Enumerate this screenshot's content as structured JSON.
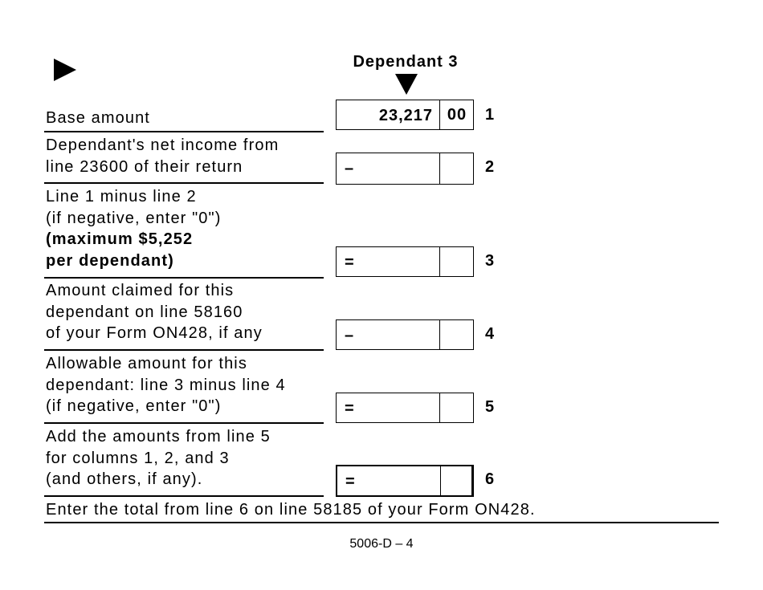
{
  "column_header": "Dependant 3",
  "rows": [
    {
      "lines": [
        "Base amount"
      ],
      "sign": "",
      "amount": "23,217",
      "cents": "00",
      "line_number": "1"
    },
    {
      "lines": [
        "Dependant's net income from",
        "line 23600 of their return"
      ],
      "sign": "–",
      "amount": "",
      "cents": "",
      "line_number": "2"
    },
    {
      "lines": [
        "Line 1 minus line 2",
        "(if negative, enter \"0\")"
      ],
      "bold_lines": [
        "(maximum $5,252",
        "per dependant)"
      ],
      "sign": "=",
      "amount": "",
      "cents": "",
      "line_number": "3"
    },
    {
      "lines": [
        "Amount claimed for this",
        "dependant on line 58160",
        "of your Form ON428, if any"
      ],
      "sign": "–",
      "amount": "",
      "cents": "",
      "line_number": "4"
    },
    {
      "lines": [
        "Allowable amount for this",
        "dependant: line 3 minus line 4",
        "(if negative, enter \"0\")"
      ],
      "sign": "=",
      "amount": "",
      "cents": "",
      "line_number": "5"
    },
    {
      "lines": [
        "Add the amounts from line 5",
        "for columns 1, 2, and 3",
        "(and others, if any)."
      ],
      "sign": "=",
      "amount": "",
      "cents": "",
      "line_number": "6"
    }
  ],
  "footer_instruction": "Enter the total from line 6 on line 58185 of your Form ON428.",
  "page_number": "5006-D – 4"
}
